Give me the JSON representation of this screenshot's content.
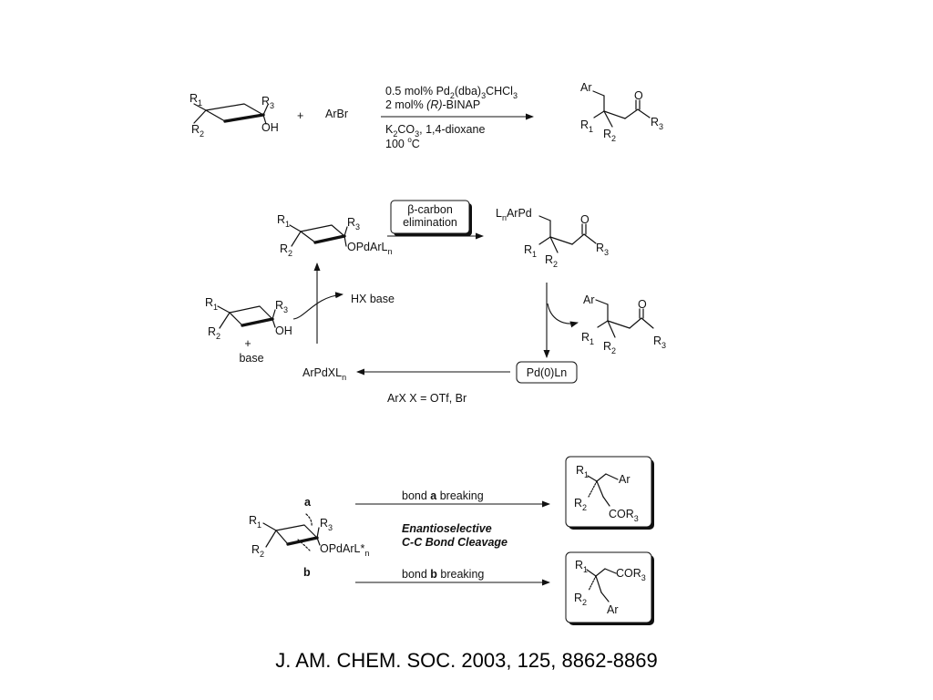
{
  "reaction": {
    "reagents": {
      "arbr": "ArBr",
      "plus": "+"
    },
    "conditions": {
      "line1": [
        "0.5 mol% Pd",
        "2",
        "(dba)",
        "3",
        "CHCl",
        "3"
      ],
      "line2": [
        "2 mol% ",
        "(R)",
        "-BINAP"
      ],
      "line3": [
        "K",
        "2",
        "CO",
        "3",
        ", 1,4-dioxane"
      ],
      "line4": [
        "100 ",
        "o",
        "C"
      ]
    }
  },
  "labels": {
    "r1": "R",
    "r2": "R",
    "r3": "R",
    "s1": "1",
    "s2": "2",
    "s3": "3",
    "sn": "n",
    "oh": "OH",
    "ar": "Ar",
    "o": "O",
    "opdarl": "OPdArL",
    "lnarpd": "ArPd",
    "l": "L",
    "arpdxl": "ArPdXL",
    "opdarl_star": "OPdArL*",
    "cor": "COR",
    "base": "base"
  },
  "cycle": {
    "beta_box": [
      "β-carbon",
      "elimination"
    ],
    "hx_base": "HX base",
    "pd0": "Pd(0)Ln",
    "arx": "ArX X = OTf, Br"
  },
  "selectivity": {
    "bond_a": [
      "bond ",
      "a",
      " breaking"
    ],
    "bond_b": [
      "bond ",
      "b",
      " breaking"
    ],
    "label_a": "a",
    "label_b": "b",
    "title": [
      "Enantioselective",
      "C-C Bond Cleavage"
    ]
  },
  "citation": "J. AM. CHEM. SOC. 2003, 125, 8862-8869"
}
